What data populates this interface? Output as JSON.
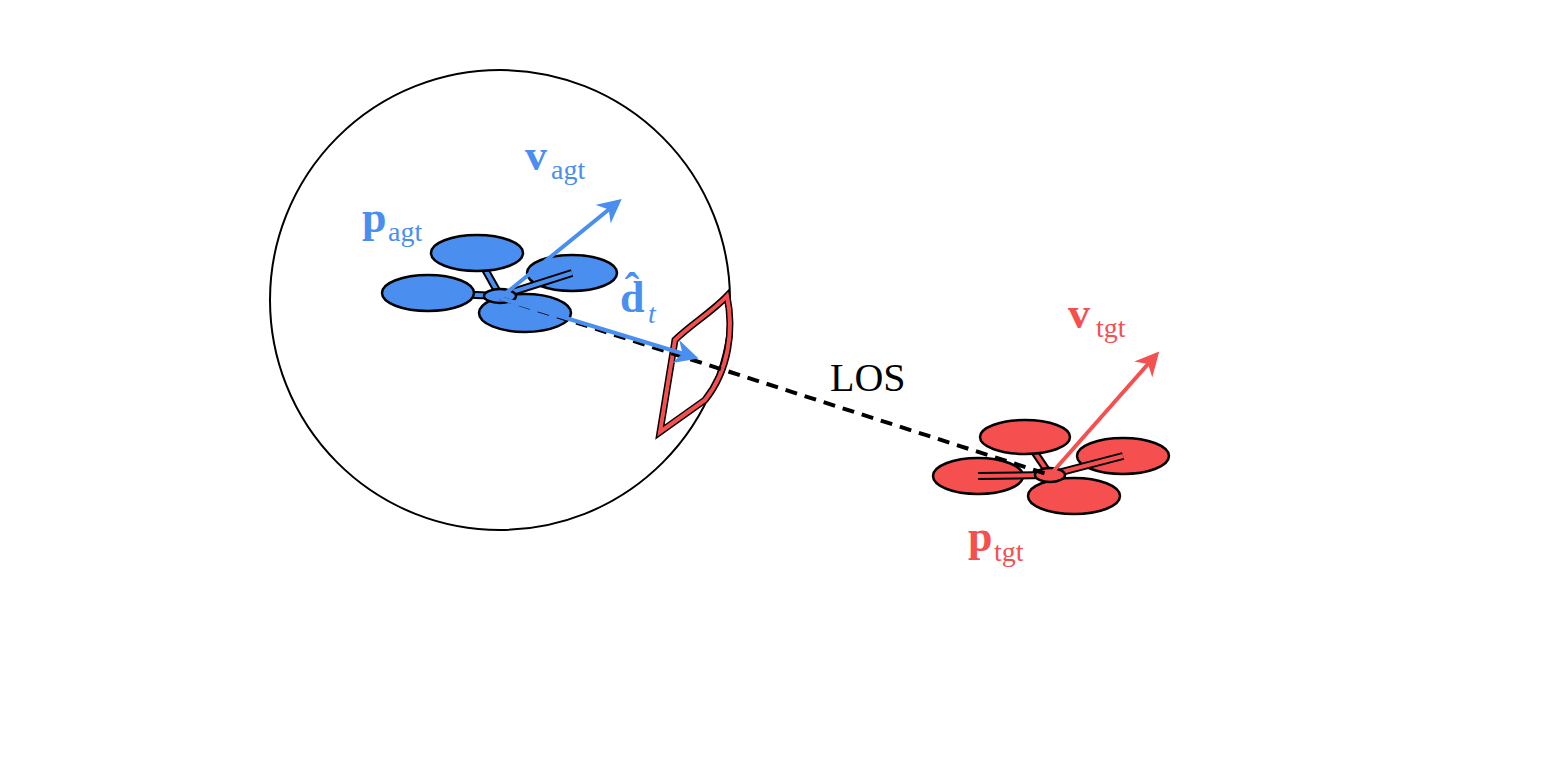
{
  "diagram": {
    "labels": [
      "p",
      "agt",
      "v",
      "agt",
      "d̂",
      "t",
      "LOS",
      "v",
      "tgt",
      "p",
      "tgt"
    ]
  }
}
